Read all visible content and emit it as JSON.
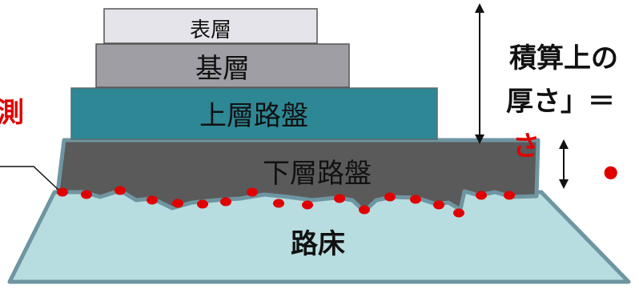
{
  "layers": {
    "surface": "表層",
    "base": "基層",
    "upper_subbase": "上層路盤",
    "lower_subbase": "下層路盤",
    "subgrade": "路床"
  },
  "annotations": {
    "left_red_fragment": "測",
    "right_line1": "積算上の",
    "right_line2": "厚さ」＝",
    "right_red_fragment": "さ",
    "bullet": "•"
  },
  "colors": {
    "surface": "#e4e4ea",
    "base": "#9e9ea4",
    "upper_subbase": "#2e8795",
    "lower_subbase": "#5a5a5a",
    "subgrade": "#b8dde0",
    "edge": "#6e96a2",
    "measure_point": "#e00000"
  },
  "measure_point_count": 18
}
